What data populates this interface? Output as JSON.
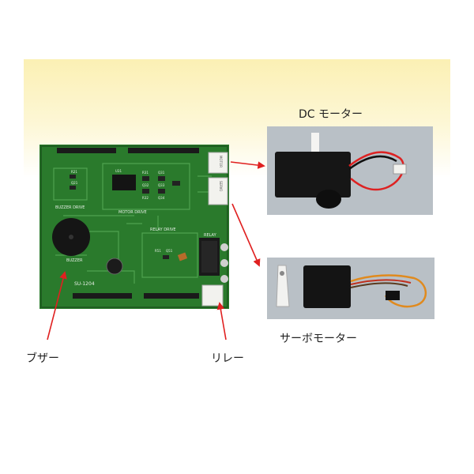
{
  "labels": {
    "dc_motor": "DC モーター",
    "servo_motor": "サーボモーター",
    "buzzer": "ブザー",
    "relay": "リレー"
  },
  "board": {
    "silk_buzzer_drive": "BUZZER DRIVE",
    "silk_motor_drive": "MOTOR DRIVE",
    "silk_relay_drive": "RELAY DRIVE",
    "silk_relay": "RELAY",
    "silk_buzzer": "BUZZER",
    "silk_model": "SU-1204",
    "silk_motor_conn": "MOTOR",
    "silk_servo_conn": "SERVO",
    "silk_q31": "Q31",
    "silk_q32": "Q32",
    "silk_q33": "Q33",
    "silk_q34": "Q34",
    "silk_r31": "R31",
    "silk_r32": "R32",
    "silk_r21": "R21",
    "silk_q21": "Q21",
    "silk_u31": "U31",
    "silk_r51": "R51",
    "silk_q51": "Q51"
  },
  "colors": {
    "pcb_green": "#2e7d2e",
    "arrow_red": "#e02020",
    "band_yellow": "#fbf0b4",
    "photo_bg": "#b9c0c6"
  }
}
